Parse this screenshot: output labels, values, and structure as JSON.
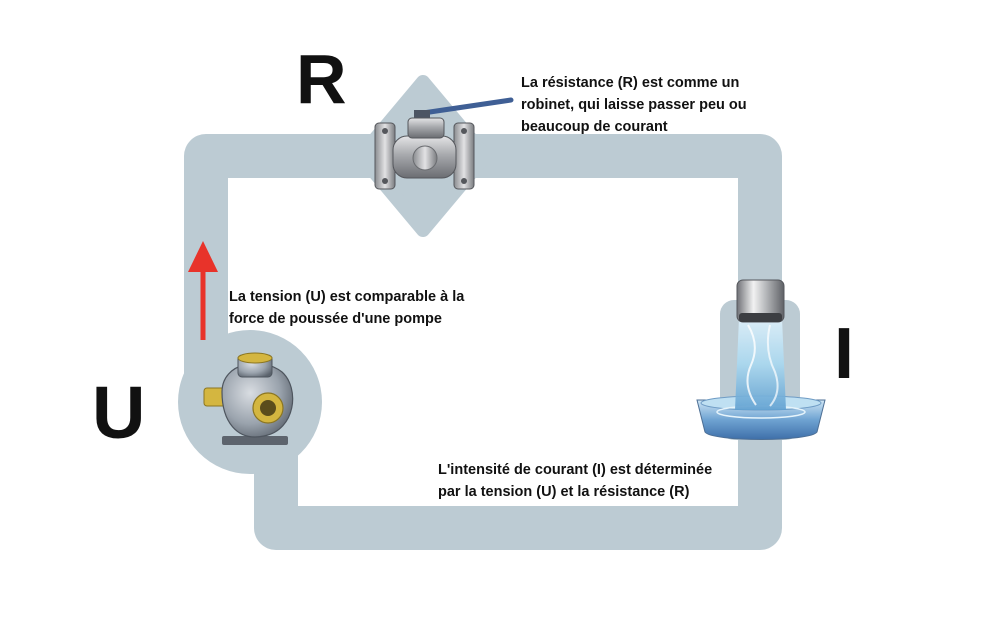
{
  "labels": {
    "resistance_symbol": "R",
    "voltage_symbol": "U",
    "current_symbol": "I"
  },
  "captions": {
    "resistance": [
      "La résistance (R) est comme un",
      "robinet, qui laisse passer peu ou",
      "beaucoup de courant"
    ],
    "voltage": [
      "La tension (U) est comparable à la",
      "force de poussée d'une pompe"
    ],
    "current": [
      "L'intensité de courant (I) est déterminée",
      "par la tension (U) et la résistance (R)"
    ]
  },
  "colors": {
    "pipe": "#bccbd3",
    "arrow": "#e8332a",
    "valve_handle": "#3f5f95",
    "pump_body": "#9aa3ad",
    "pump_brass": "#d4b640",
    "water": "#9dd3ee",
    "text": "#111111"
  },
  "icons": {
    "valve": "ball-valve-icon",
    "pump": "centrifugal-pump-icon",
    "faucet": "faucet-water-flow-icon",
    "arrow": "up-arrow-icon"
  }
}
